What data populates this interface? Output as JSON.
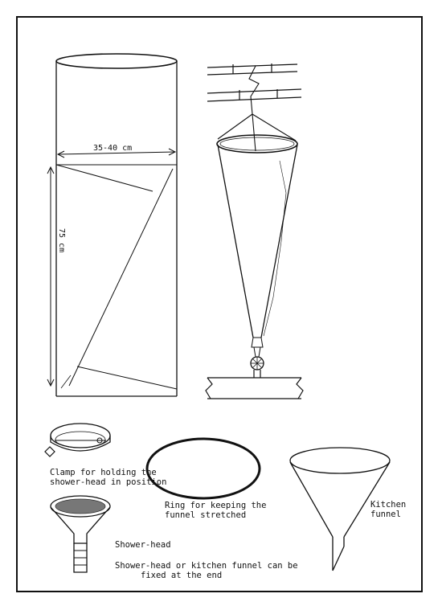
{
  "dimensions": {
    "width_label": "35-40 cm",
    "length_label": "75 cm"
  },
  "labels": {
    "clamp": [
      "Clamp for holding the",
      "shower-head in position"
    ],
    "ring": [
      "Ring for keeping the",
      "funnel stretched"
    ],
    "kitchen_funnel": [
      "Kitchen",
      "funnel"
    ],
    "shower_head": "Shower-head",
    "note": [
      "Shower-head or kitchen funnel can be",
      "fixed at the end"
    ]
  }
}
